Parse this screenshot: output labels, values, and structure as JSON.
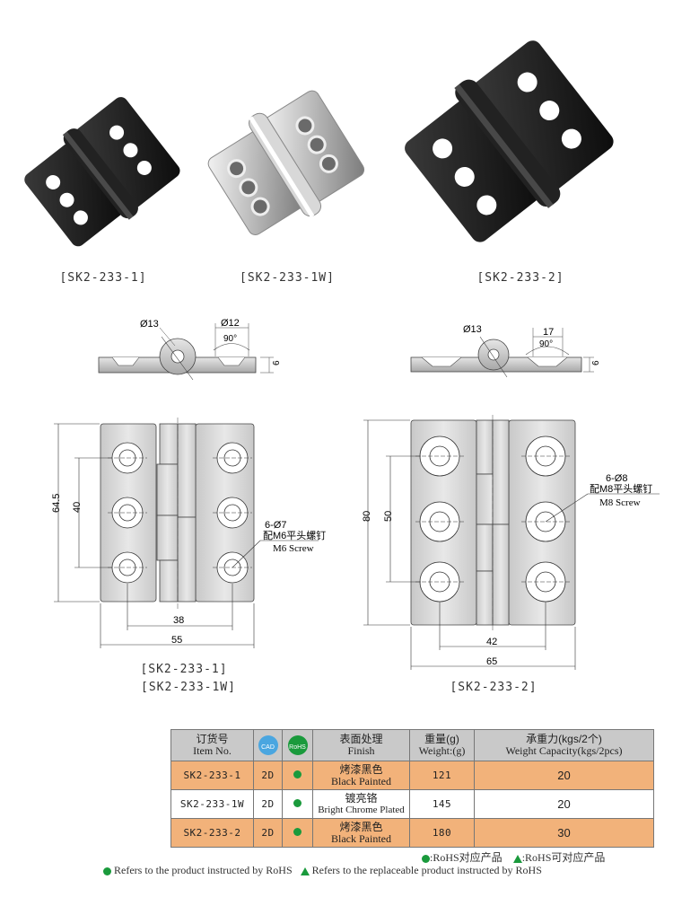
{
  "products": {
    "p1": {
      "label": "[SK2-233-1]"
    },
    "p2": {
      "label": "[SK2-233-1W]"
    },
    "p3": {
      "label": "[SK2-233-2]"
    }
  },
  "drawing_small": {
    "side": {
      "hole_dia": "Ø13",
      "counter_dia": "Ø12",
      "angle": "90°",
      "thickness": "6"
    },
    "front": {
      "height": "64.5",
      "pitch": "40",
      "hole_spacing": "38",
      "width": "55",
      "note_count": "6-Ø7",
      "note_cn": "配M6平头螺钉",
      "note_en": "M6 Screw"
    },
    "label_1": "[SK2-233-1]",
    "label_2": "[SK2-233-1W]"
  },
  "drawing_large": {
    "side": {
      "hole_dia": "Ø13",
      "counter_dia": "17",
      "angle": "90°",
      "thickness": "6"
    },
    "front": {
      "height": "80",
      "pitch": "50",
      "hole_spacing": "42",
      "width": "65",
      "note_count": "6-Ø8",
      "note_cn": "配M8平头螺钉",
      "note_en": "M8 Screw"
    },
    "label": "[SK2-233-2]"
  },
  "table": {
    "headers": {
      "item_cn": "订货号",
      "item_en": "Item No.",
      "cad": "CAD",
      "rohs": "RoHS",
      "finish_cn": "表面处理",
      "finish_en": "Finish",
      "weight_cn": "重量(g)",
      "weight_en": "Weight:(g)",
      "capacity_cn": "承重力(kgs/2个)",
      "capacity_en": "Weight Capacity(kgs/2pcs)"
    },
    "rows": [
      {
        "item": "SK2-233-1",
        "cad": "2D",
        "finish_cn": "烤漆黑色",
        "finish_en": "Black Painted",
        "weight": "121",
        "capacity": "20"
      },
      {
        "item": "SK2-233-1W",
        "cad": "2D",
        "finish_cn": "镀亮铬",
        "finish_en": "Bright Chrome Plated",
        "weight": "145",
        "capacity": "20"
      },
      {
        "item": "SK2-233-2",
        "cad": "2D",
        "finish_cn": "烤漆黑色",
        "finish_en": "Black Painted",
        "weight": "180",
        "capacity": "30"
      }
    ]
  },
  "legend": {
    "rohs_cn": ":RoHS对应产品",
    "replace_cn": ":RoHS可对应产品",
    "rohs_en": "Refers to the product instructed by RoHS",
    "replace_en": "Refers to the replaceable product instructed by RoHS"
  },
  "colors": {
    "rohs_green": "#1a9a3c",
    "row_orange": "#f2b27a",
    "header_gray": "#c9c9c9",
    "cad_blue": "#4aa6e0"
  }
}
